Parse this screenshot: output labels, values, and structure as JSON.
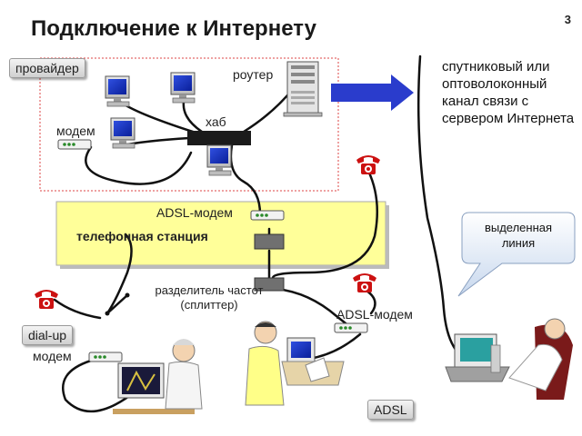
{
  "title": "Подключение к Интернету",
  "slide_number": "3",
  "labels": {
    "provider": "провайдер",
    "router": "роутер",
    "hub": "хаб",
    "modem_top": "модем",
    "adsl_modem_station": "ADSL-модем",
    "phone_station": "телефонная станция",
    "splitter": "разделитель частот (сплиттер)",
    "adsl_modem_home": "ADSL-модем",
    "dialup": "dial-up",
    "modem_bottom": "модем",
    "adsl": "ADSL"
  },
  "right_text": "спутниковый или оптоволоконный канал связи с сервером Интернета",
  "callout": {
    "line1": "выделенная",
    "line2": "линия"
  },
  "colors": {
    "station_fill": "#ffff99",
    "arrow": "#2a3ccc",
    "phone": "#cc1111",
    "provider_border": "#dd4444",
    "callout_fill": "#e6eef8",
    "cable": "#111111"
  },
  "icons": [
    "computer-icon",
    "server-icon",
    "phone-icon",
    "modem-icon",
    "person-icon"
  ]
}
